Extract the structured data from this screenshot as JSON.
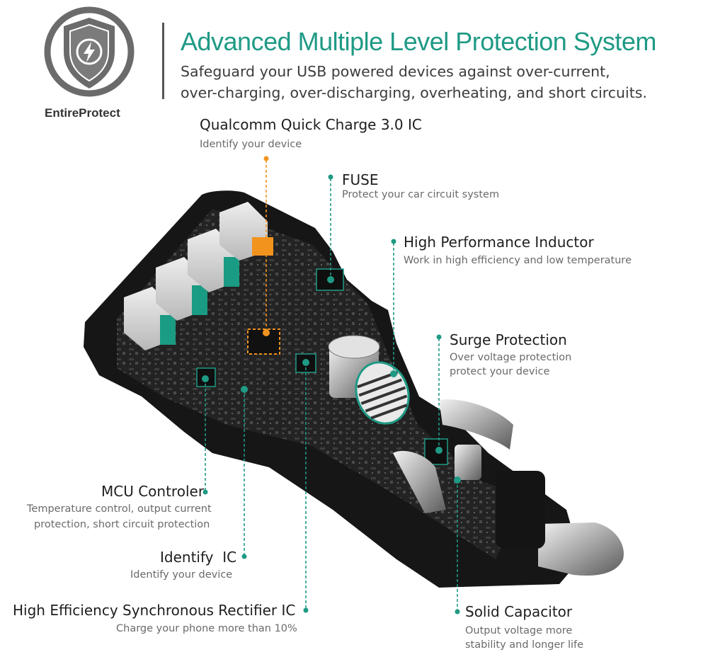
{
  "header": {
    "brand": "EntireProtect",
    "title": "Advanced Multiple Level Protection System",
    "subtitle_line1": "Safeguard your USB powered devices against over-current,",
    "subtitle_line2": "over-charging, over-discharging, overheating, and short circuits."
  },
  "callouts": {
    "qualcomm": {
      "title": "Qualcomm Quick Charge 3.0 IC",
      "desc": "Identify your device"
    },
    "fuse": {
      "title": "FUSE",
      "desc": "Protect your car circuit system"
    },
    "inductor": {
      "title": "High Performance Inductor",
      "desc": "Work in high efficiency and low temperature"
    },
    "surge": {
      "title": "Surge Protection",
      "desc1": "Over voltage protection",
      "desc2": "protect your device"
    },
    "mcu": {
      "title": "MCU Controler",
      "desc1": "Temperature control, output current",
      "desc2": "protection, short circuit protection"
    },
    "identify": {
      "title": "Identify  IC",
      "desc": "Identify your device"
    },
    "rectifier": {
      "title": "High Efficiency Synchronous Rectifier IC",
      "desc": "Charge your phone more than 10%"
    },
    "capacitor": {
      "title": "Solid Capacitor",
      "desc1": "Output voltage more",
      "desc2": "stability and longer life"
    }
  },
  "colors": {
    "accent": "#1f9a85",
    "orange": "#f2931e",
    "dark": "#1a1a1a"
  },
  "icons": {
    "shield": "shield-bolt-icon"
  }
}
